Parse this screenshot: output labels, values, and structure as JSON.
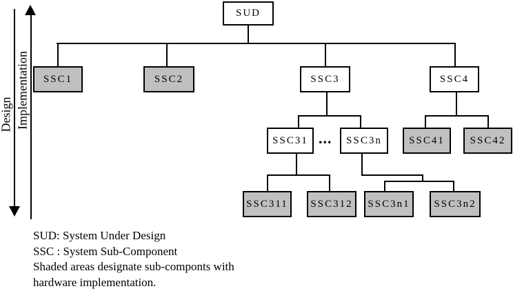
{
  "figure": {
    "axis_labels": {
      "design": "Design",
      "implementation": "Implementation"
    },
    "nodes": {
      "sud": {
        "label": "SUD",
        "shaded": false
      },
      "ssc1": {
        "label": "SSC1",
        "shaded": true
      },
      "ssc2": {
        "label": "SSC2",
        "shaded": true
      },
      "ssc3": {
        "label": "SSC3",
        "shaded": false
      },
      "ssc4": {
        "label": "SSC4",
        "shaded": false
      },
      "ssc31": {
        "label": "SSC31",
        "shaded": false
      },
      "ssc3n": {
        "label": "SSC3n",
        "shaded": false
      },
      "ssc41": {
        "label": "SSC41",
        "shaded": true
      },
      "ssc42": {
        "label": "SSC42",
        "shaded": true
      },
      "ssc311": {
        "label": "SSC311",
        "shaded": true
      },
      "ssc312": {
        "label": "SSC312",
        "shaded": true
      },
      "ssc3n1": {
        "label": "SSC3n1",
        "shaded": true
      },
      "ssc3n2": {
        "label": "SSC3n2",
        "shaded": true
      }
    },
    "ellipsis": "...",
    "shaded_color": "#c0c0c0"
  },
  "legend": {
    "lines": [
      "SUD: System Under Design",
      "SSC : System Sub-Component",
      "Shaded areas designate sub-componts with",
      "hardware implementation."
    ]
  }
}
